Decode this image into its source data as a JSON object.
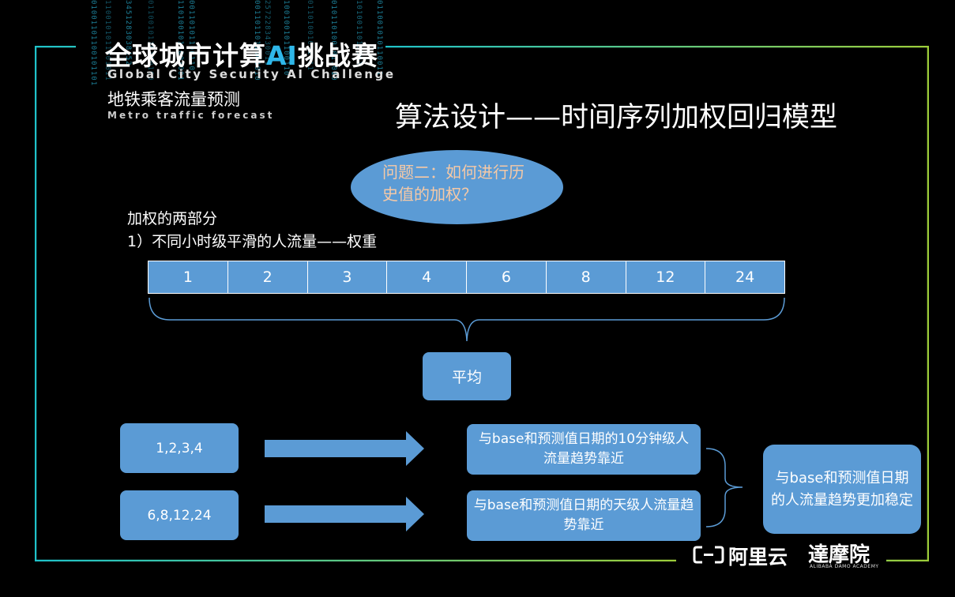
{
  "logo": {
    "title_pre": "全球城市计算",
    "title_ai": "AI",
    "title_post": "挑战赛",
    "title_en": "Global City Security AI Challenge",
    "subtitle": "地铁乘客流量预测",
    "subtitle_en": "Metro traffic forecast"
  },
  "slide": {
    "title": "算法设计——时间序列加权回归模型",
    "question": "问题二：如何进行历史值的加权？",
    "note_line1": "加权的两部分",
    "note_line2": "1）不同小时级平滑的人流量——权重"
  },
  "hours": [
    "1",
    "2",
    "3",
    "4",
    "6",
    "8",
    "12",
    "24"
  ],
  "average_label": "平均",
  "groups": [
    {
      "label": "1,2,3,4",
      "result": "与base和预测值日期的10分钟级人流量趋势靠近"
    },
    {
      "label": "6,8,12,24",
      "result": "与base和预测值日期的天级人流量趋势靠近"
    }
  ],
  "final_label": "与base和预测值日期的人流量趋势更加稳定",
  "brand": {
    "aliyun": "阿里云",
    "damo": "達摩院",
    "damo_en": "ALIBABA DAMO ACADEMY"
  },
  "colors": {
    "box_fill": "#5b9bd5",
    "frame_left": "#1fc2c9",
    "frame_right": "#9ccc3a",
    "question_text": "#f6c9a6",
    "rain": "#26a8c9"
  }
}
